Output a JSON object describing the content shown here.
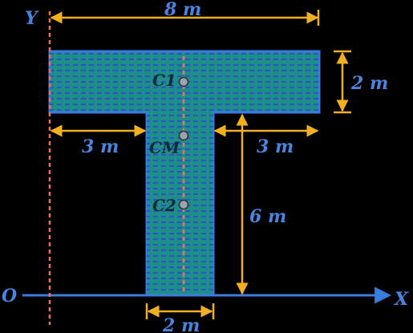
{
  "diagram": {
    "axes": {
      "y_label": "Y",
      "origin_label": "O",
      "x_label": "X"
    },
    "dimensions": {
      "top_width": "8 m",
      "flange_height": "2 m",
      "left_overhang": "3 m",
      "right_overhang": "3 m",
      "web_height": "6 m",
      "web_width": "2 m"
    },
    "points": {
      "c1": "C1",
      "cm": "CM",
      "c2": "C2"
    },
    "colors": {
      "shape_fill": "#1d8f86",
      "shape_stroke": "#3a7be0",
      "dash": "#2a55c9",
      "dimension_arrow": "#f0b020",
      "axis": "#3a7be0",
      "symmetry_line": "#f07060"
    }
  }
}
